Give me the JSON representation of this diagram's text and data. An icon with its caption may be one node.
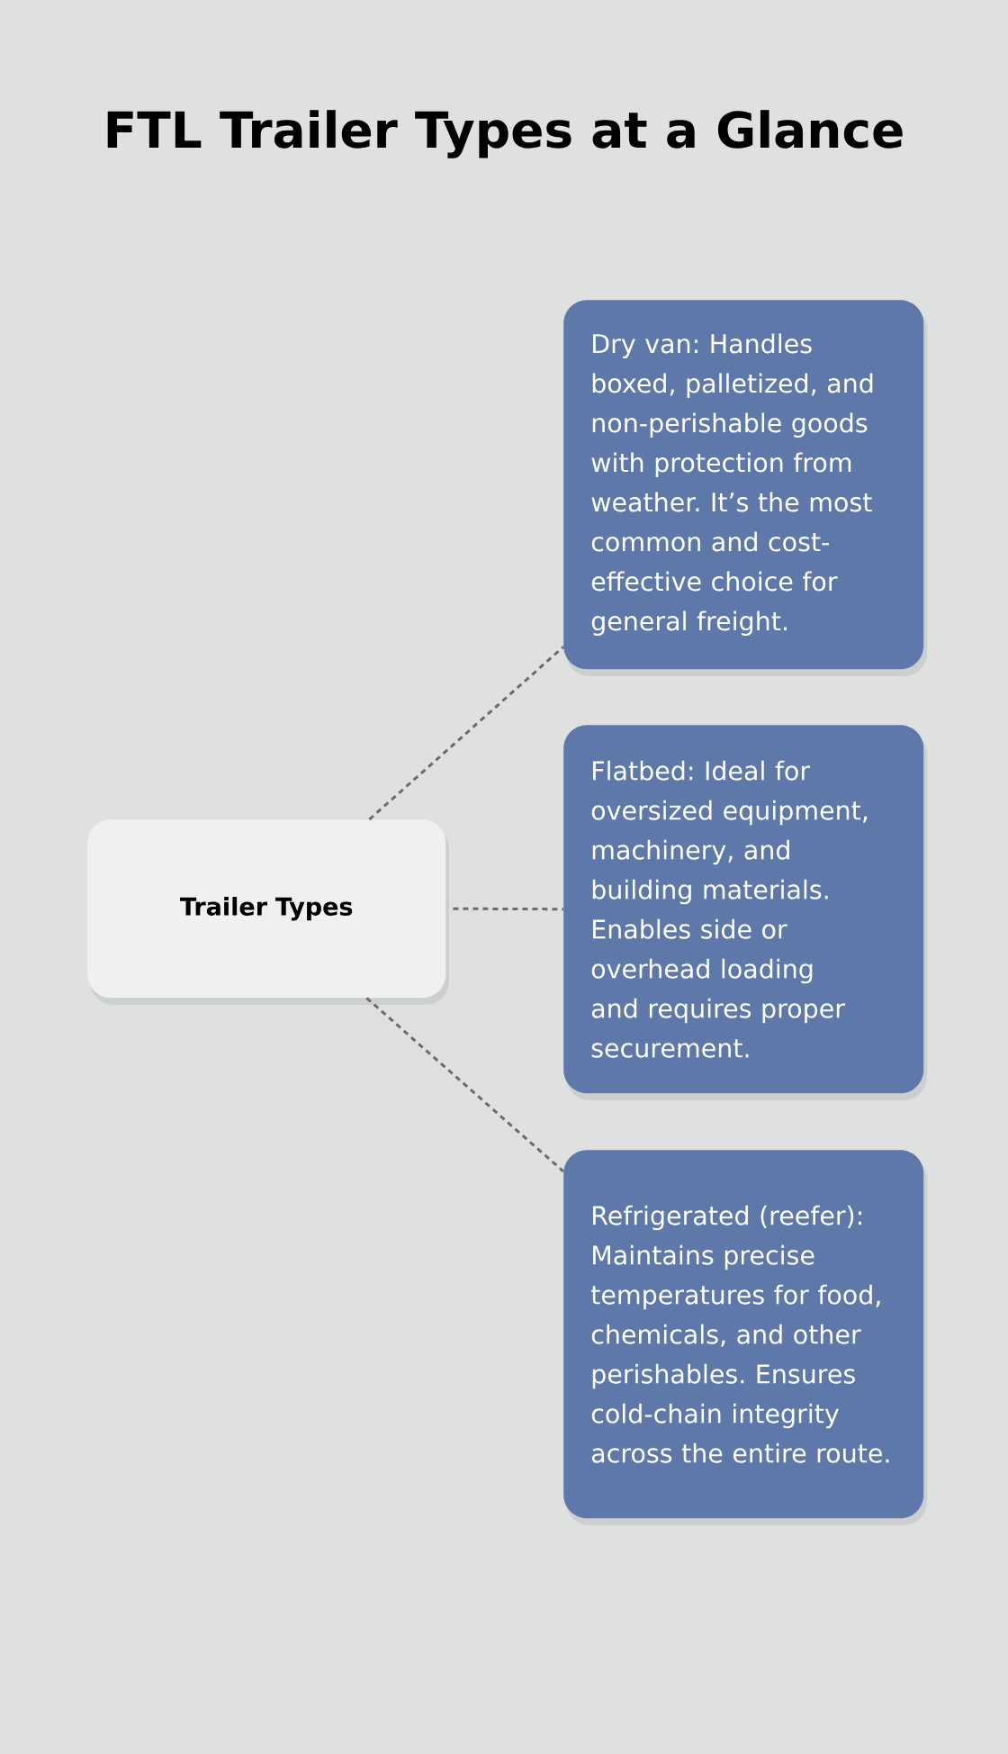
{
  "diagram": {
    "title": "FTL Trailer Types at a Glance",
    "nodes": [
      {
        "text": [
          "Trailer Types"
        ]
      },
      {
        "text": [
          "Dry van: Handles boxed, palletized, and non-perishable goods with protection from weather. It’s the most common and cost-effective choice for general freight."
        ]
      },
      {
        "text": [
          "Flatbed: Ideal for oversized equipment, machinery, and building materials. Enables side or overhead loading and requires proper securement."
        ]
      },
      {
        "text": [
          "Refrigerated (reefer): Maintains precise temperatures for food, chemicals, and other perishables. Ensures cold-chain integrity across the entire route."
        ]
      }
    ],
    "edges": [
      {
        "from": 0,
        "to": 1,
        "arrow": "none",
        "style": "dashed"
      },
      {
        "from": 0,
        "to": 2,
        "arrow": "none",
        "style": "dashed"
      },
      {
        "from": 0,
        "to": 3,
        "arrow": "none",
        "style": "dashed"
      }
    ]
  }
}
